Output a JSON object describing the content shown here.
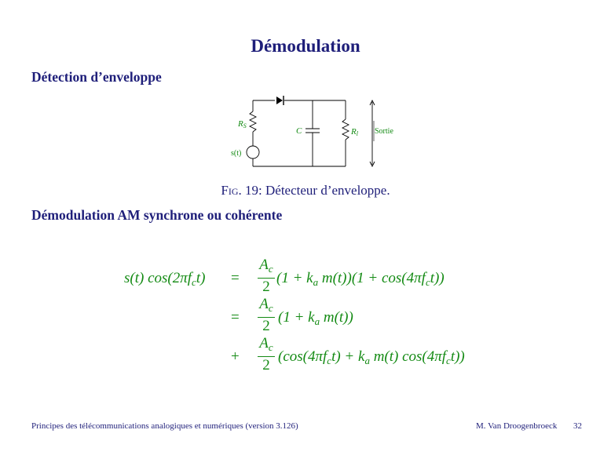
{
  "title": "Démodulation",
  "section1": "Détection d’enveloppe",
  "circuit": {
    "label_rs": "R",
    "label_rs_sub": "S",
    "label_c": "C",
    "label_rl": "R",
    "label_rl_sub": "l",
    "label_source": "s(t)",
    "label_output": "Sortie"
  },
  "caption": {
    "fig_label": "Fig.",
    "fig_number": "19:",
    "text": "Détecteur d’enveloppe."
  },
  "section2": "Démodulation AM synchrone ou cohérente",
  "equations": {
    "lhs": "s(t) cos(2πf_ct)",
    "line1_rel": "=",
    "line1_rest": "(1 + k_a m(t))(1 + cos(4πf_ct))",
    "line2_rel": "=",
    "line2_rest": "(1 + k_a m(t))",
    "line3_rel": "+",
    "line3_rest": "(cos(4πf_ct) + k_a m(t) cos(4πf_ct))",
    "frac_num": "A_c",
    "frac_den": "2"
  },
  "footer": {
    "left": "Principes des télécommunications analogiques et numériques (version 3.126)",
    "author": "M. Van Droogenbroeck",
    "page": "32"
  },
  "colors": {
    "title": "#1f1f7a",
    "math": "#138a13"
  }
}
